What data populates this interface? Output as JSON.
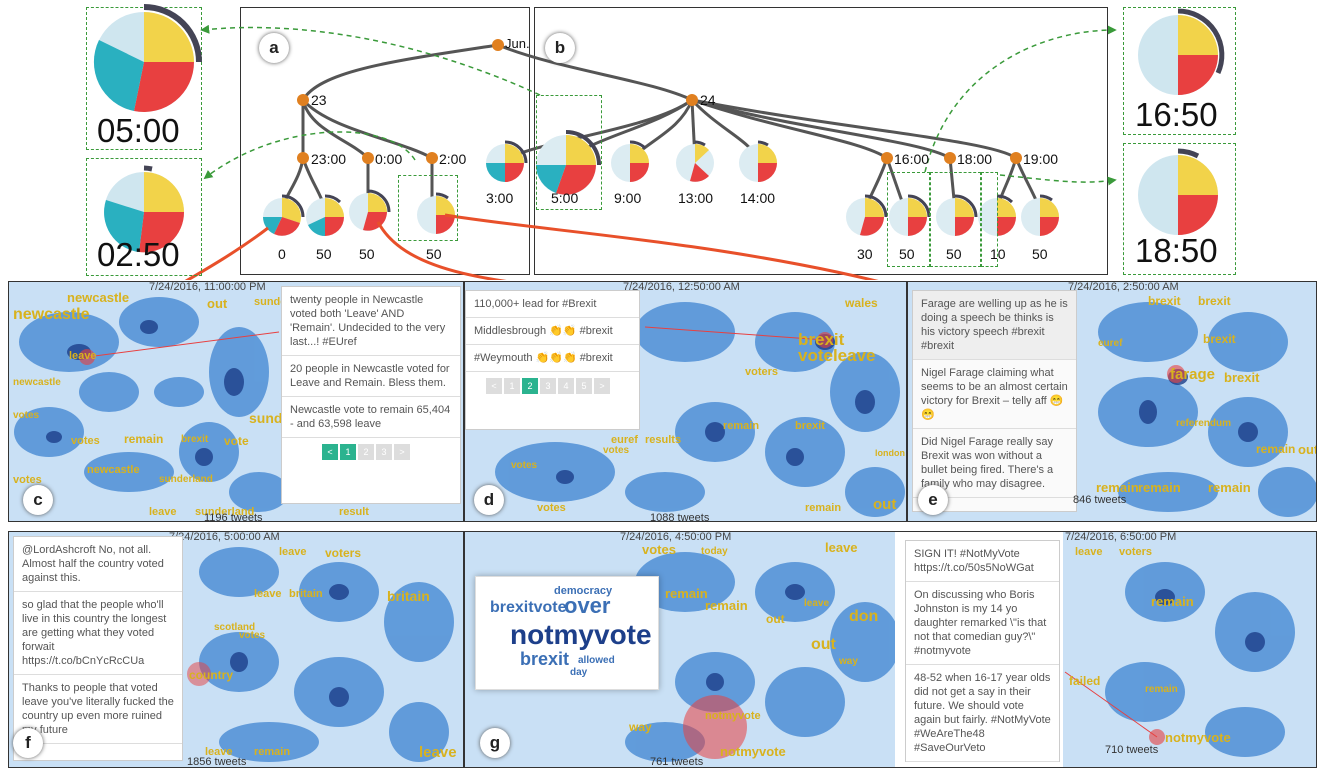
{
  "tree": {
    "root": "Jun.",
    "day23": "23",
    "day24": "24",
    "hours23": [
      "23:00",
      "0:00",
      "2:00"
    ],
    "hours24": [
      "3:00",
      "5:00",
      "9:00",
      "13:00",
      "14:00"
    ],
    "hours24b": [
      "16:00",
      "18:00",
      "19:00"
    ],
    "leaves": [
      "0",
      "50",
      "50",
      "50",
      "30",
      "50",
      "50",
      "10",
      "50"
    ],
    "panel_a": "a",
    "panel_b": "b"
  },
  "zoom": {
    "t1": "05:00",
    "t2": "02:50",
    "t3": "16:50",
    "t4": "18:50"
  },
  "panels": {
    "c": {
      "letter": "c",
      "stamp": "7/24/2016, 11:00:00 PM",
      "count": "1196 tweets",
      "tweets": [
        "twenty people in Newcastle voted both 'Leave' AND 'Remain'. Undecided to the very last...! #EUref",
        "20 people in Newcastle voted for Leave and Remain. Bless them.",
        "Newcastle vote to remain 65,404 - and 63,598 leave"
      ],
      "pages": [
        "<",
        "1",
        "2",
        "3",
        ">"
      ],
      "words": [
        "newcastle",
        "newcastle",
        "out",
        "sunder",
        "leave",
        "newcastle",
        "remain",
        "brexit",
        "vote",
        "votes",
        "votes",
        "newcastle",
        "sunderland",
        "leave",
        "sunderland",
        "result",
        "sunder",
        "votes"
      ]
    },
    "d": {
      "letter": "d",
      "stamp": "7/24/2016, 12:50:00 AM",
      "count": "1088 tweets",
      "tweets": [
        "110,000+ lead for #Brexit",
        "Middlesbrough 👏👏 #brexit",
        "#Weymouth 👏👏👏 #brexit"
      ],
      "pages": [
        "<",
        "1",
        "2",
        "3",
        "4",
        "5",
        ">"
      ],
      "words": [
        "wales",
        "brexit",
        "voteleave",
        "voters",
        "remain",
        "brexit",
        "euref",
        "results",
        "votes",
        "votes",
        "remain",
        "out",
        "london",
        "votes"
      ]
    },
    "e": {
      "letter": "e",
      "stamp": "7/24/2016, 2:50:00 AM",
      "count": "846 tweets",
      "tweets": [
        "Farage are welling up as he is doing a speech be thinks is his victory speech #brexit #brexit",
        "Nigel Farage claiming what seems to be an almost certain victory for Brexit – telly aff 😁😁",
        "Did Nigel Farage really say Brexit was won without a bullet being fired. There's a family who may disagree."
      ],
      "words": [
        "brexit",
        "brexit",
        "brexit",
        "farage",
        "brexit",
        "remain",
        "out",
        "euref",
        "referendum",
        "remain",
        "remain",
        "remain"
      ]
    },
    "f": {
      "letter": "f",
      "stamp": "7/24/2016, 5:00:00 AM",
      "count": "1856 tweets",
      "tweets": [
        "@LordAshcroft No, not all. Almost half the country voted against this.",
        "so glad that the people who'll live in this country the longest are getting what they voted forwait https://t.co/bCnYcRcCUa",
        "Thanks to people that voted leave you've literally fucked the country up even more ruined my future"
      ],
      "words": [
        "leave",
        "voters",
        "leave",
        "britain",
        "britain",
        "scotland",
        "votes",
        "country",
        "leave",
        "remain",
        "leave"
      ]
    },
    "g": {
      "letter": "g",
      "stamp": "7/24/2016, 4:50:00 PM",
      "count": "761 tweets",
      "cloud_words": [
        "democracy",
        "brexitvote",
        "over",
        "notmyvote",
        "brexit",
        "allowed",
        "day"
      ],
      "words": [
        "votes",
        "today",
        "leave",
        "remain",
        "remain",
        "leave",
        "don",
        "out",
        "out",
        "way",
        "notmyvote",
        "notmyvote",
        "way"
      ]
    },
    "h": {
      "stamp": "7/24/2016, 6:50:00 PM",
      "count": "710 tweets",
      "tweets": [
        "SIGN IT! #NotMyVote https://t.co/50s5NoWGat",
        "On discussing who Boris Johnston is my 14 yo daughter remarked \\\"is that not that comedian guy?\\\" #notmyvote",
        "48-52 when 16-17 year olds did not get a say in their future. We should vote again but fairly. #NotMyVote #WeAreThe48 #SaveOurVeto"
      ],
      "words": [
        "leave",
        "voters",
        "remain",
        "failed",
        "remain",
        "notmyvote"
      ]
    }
  }
}
